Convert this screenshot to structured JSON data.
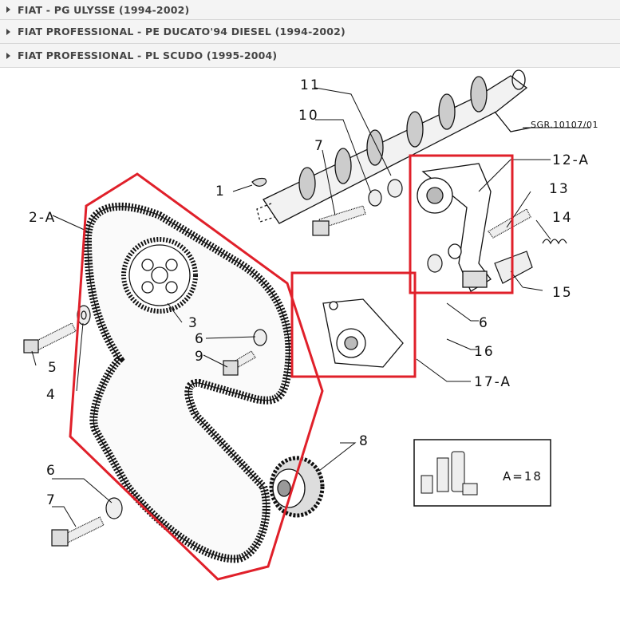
{
  "menu": {
    "items": [
      {
        "label": "FIAT - PG ULYSSE (1994-2002)"
      },
      {
        "label": "FIAT PROFESSIONAL - PE DUCATO'94 DIESEL (1994-2002)"
      },
      {
        "label": "FIAT PROFESSIONAL - PL SCUDO (1995-2004)"
      }
    ]
  },
  "diagram": {
    "reference_code": "SGR.10107/01",
    "inset_label": "A=18",
    "highlight_color": "#e0202a",
    "part_labels": {
      "p1": "1",
      "p2a": "2-A",
      "p3": "3",
      "p4": "4",
      "p5": "5",
      "p6a": "6",
      "p6b": "6",
      "p6c": "6",
      "p7a": "7",
      "p7b": "7",
      "p8": "8",
      "p9": "9",
      "p10": "10",
      "p11": "11",
      "p12a": "12-A",
      "p13": "13",
      "p14": "14",
      "p15": "15",
      "p16": "16",
      "p17a": "17-A"
    }
  }
}
